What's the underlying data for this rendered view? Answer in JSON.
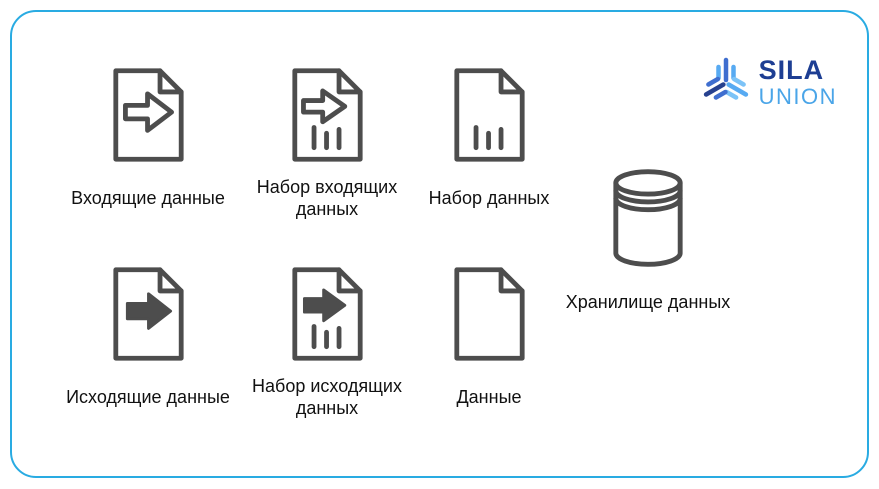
{
  "window": {
    "background": "#ffffff",
    "card_border_color": "#29abe2",
    "icon_stroke_color": "#4d4d4d",
    "label_color": "#111111"
  },
  "logo": {
    "brand_line1": "SILA",
    "brand_line2": "UNION",
    "color_primary": "#1d3e93",
    "color_secondary": "#4aa5e8",
    "mark_colors": [
      "#27418f",
      "#3f6ecf",
      "#57aaf2"
    ]
  },
  "items": [
    {
      "id": "incoming-data",
      "label": "Входящие данные"
    },
    {
      "id": "incoming-dataset",
      "label": "Набор входящих данных"
    },
    {
      "id": "dataset",
      "label": "Набор данных"
    },
    {
      "id": "data-store",
      "label": "Хранилище данных"
    },
    {
      "id": "outgoing-data",
      "label": "Исходящие данные"
    },
    {
      "id": "outgoing-dataset",
      "label": "Набор исходящих данных"
    },
    {
      "id": "data",
      "label": "Данные"
    }
  ]
}
